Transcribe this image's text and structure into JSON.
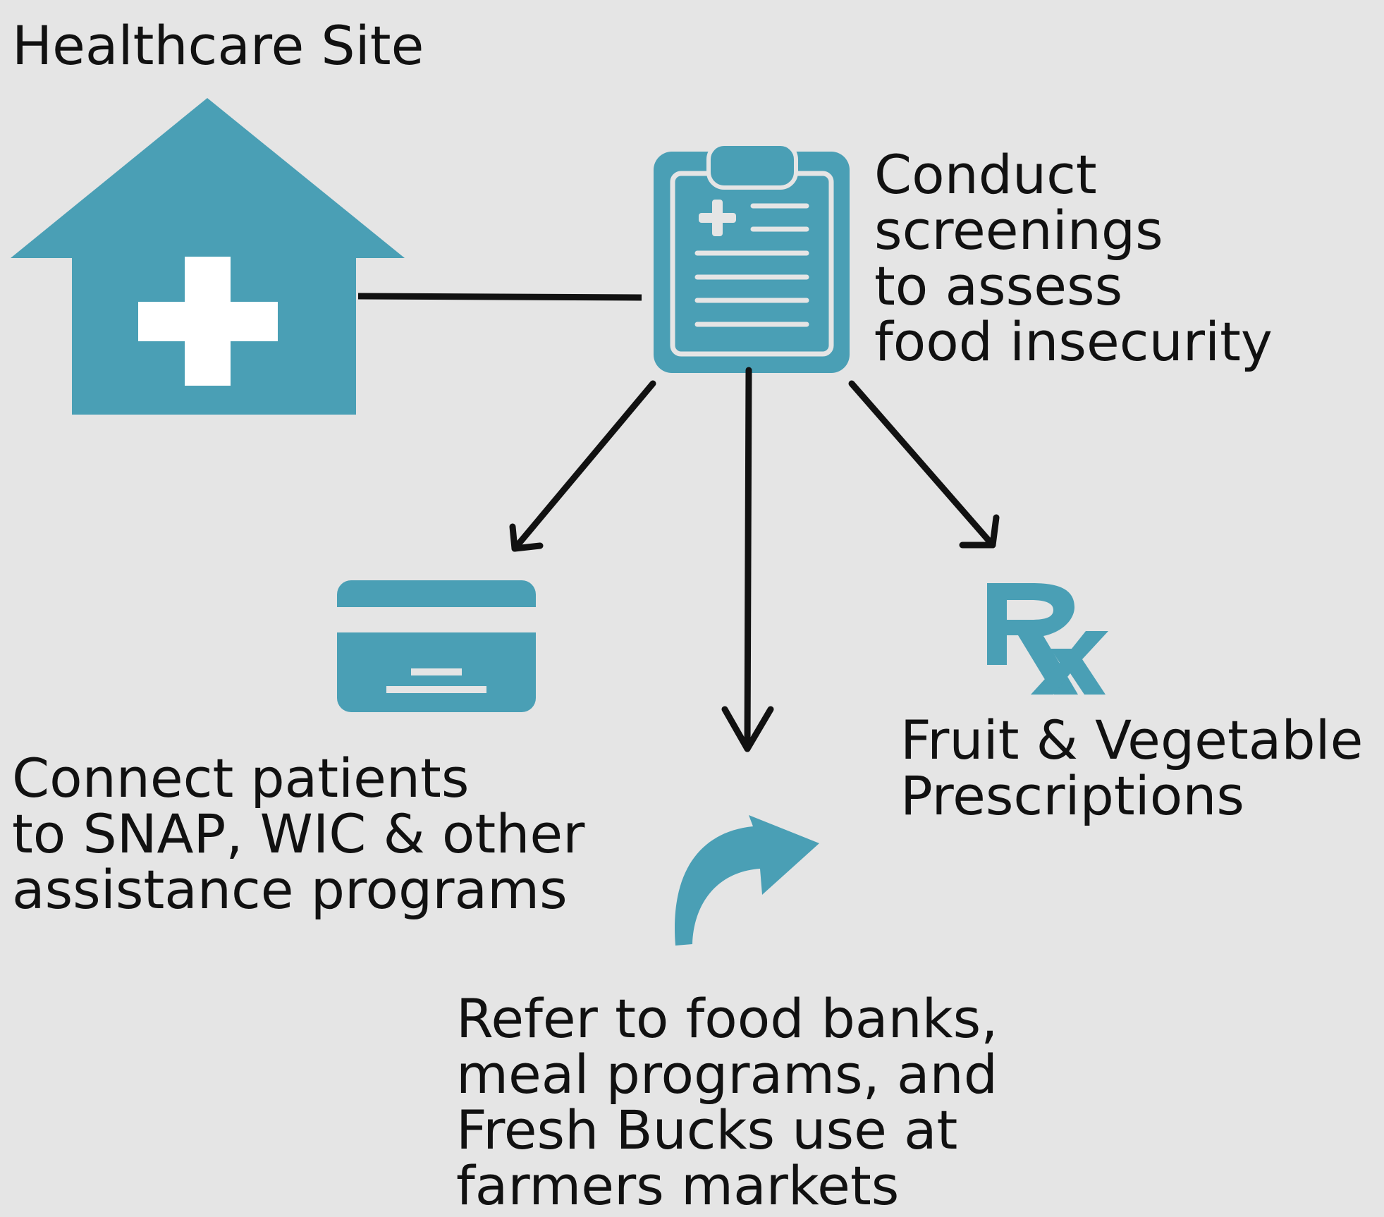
{
  "title": "Healthcare Site",
  "screening": {
    "text": "Conduct\nscreenings\nto assess\nfood insecurity",
    "icon": "clipboard-icon"
  },
  "assistance": {
    "text": "Connect patients\nto SNAP, WIC & other\nassistance programs",
    "icon": "card-icon"
  },
  "referral": {
    "text": "Refer to food banks,\nmeal programs, and\nFresh Bucks use at\nfarmers markets",
    "icon": "curved-arrow-icon"
  },
  "prescription": {
    "text": "Fruit & Vegetable\nPrescriptions",
    "icon": "rx-icon"
  },
  "colors": {
    "accent": "#4a9fb5",
    "background": "#e5e5e5",
    "text": "#111111"
  }
}
